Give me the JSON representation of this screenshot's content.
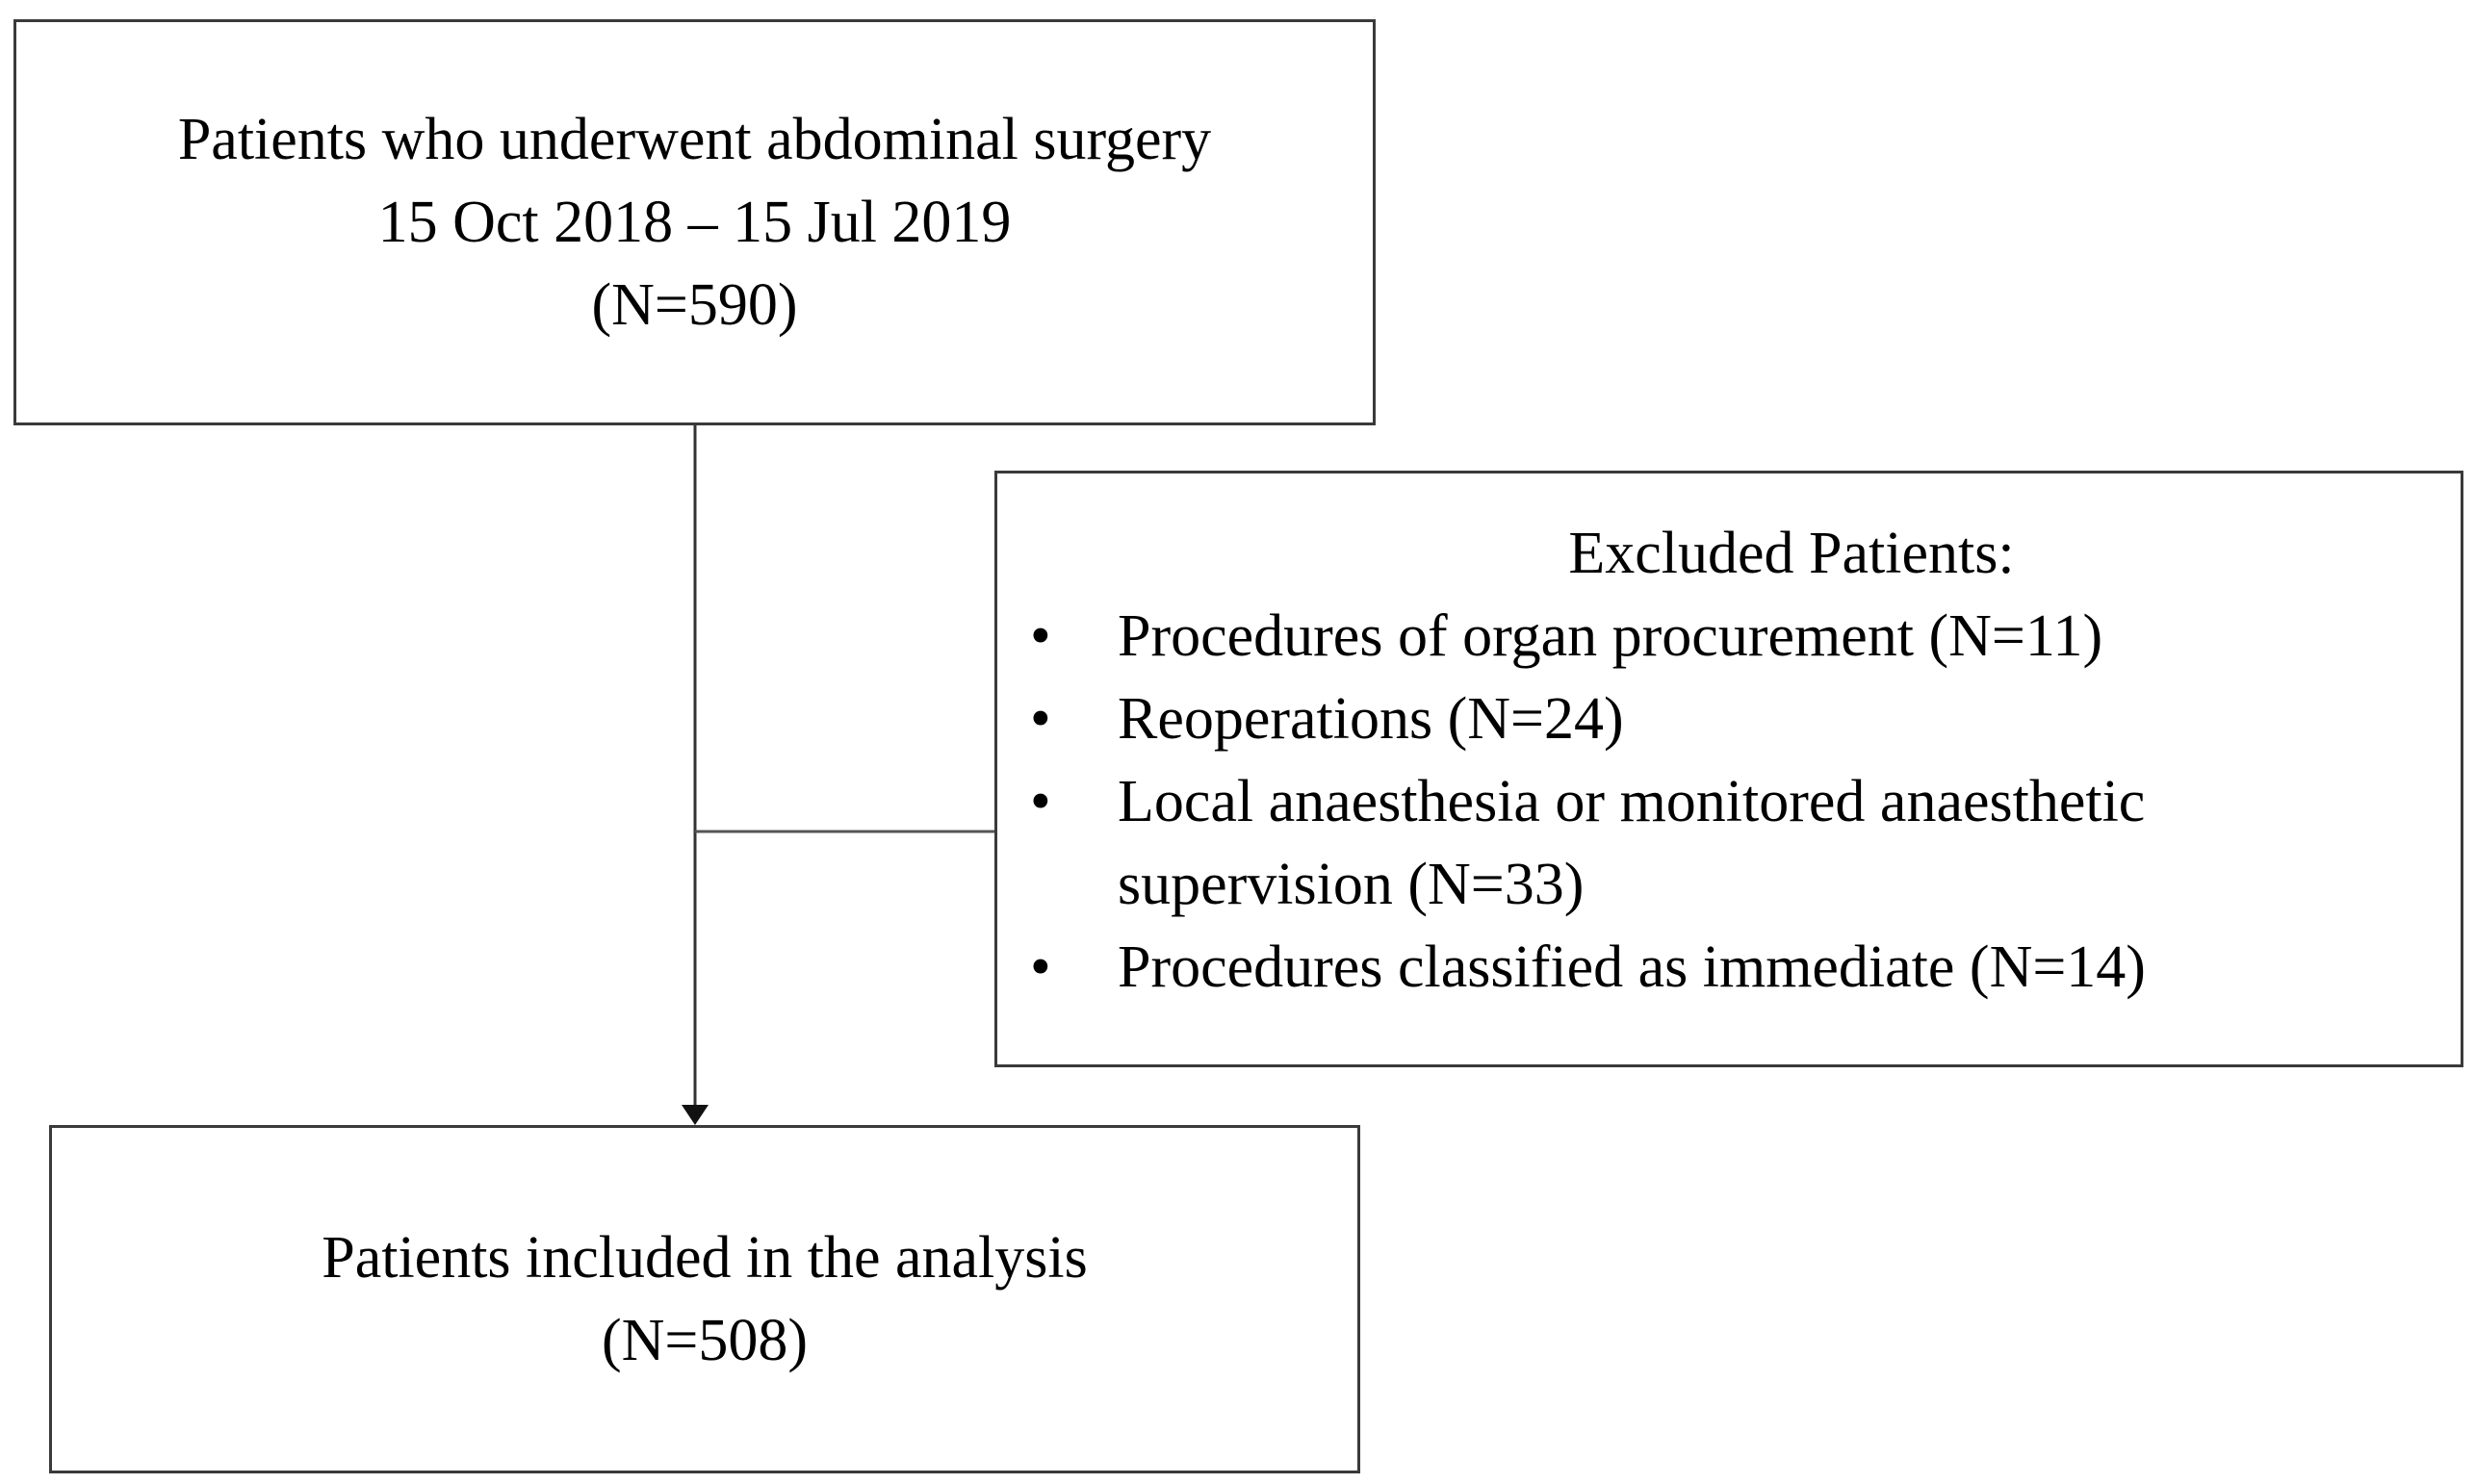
{
  "boxes": {
    "top": {
      "lines": [
        "Patients who underwent abdominal surgery",
        "15 Oct 2018 – 15 Jul 2019",
        "(N=590)"
      ]
    },
    "excluded": {
      "title": "Excluded Patients:",
      "bullet": "•",
      "items": [
        {
          "lines": [
            "Procedures of organ procurement (N=11)"
          ]
        },
        {
          "lines": [
            "Reoperations (N=24)"
          ]
        },
        {
          "lines": [
            "Local anaesthesia or monitored anaesthetic",
            "supervision (N=33)"
          ]
        },
        {
          "lines": [
            "Procedures classified as immediate (N=14)"
          ]
        }
      ]
    },
    "bottom": {
      "lines": [
        "Patients included in the analysis",
        "(N=508)"
      ]
    }
  },
  "colors": {
    "stroke": "#3a3a3a",
    "text": "#000000",
    "background": "#ffffff"
  }
}
